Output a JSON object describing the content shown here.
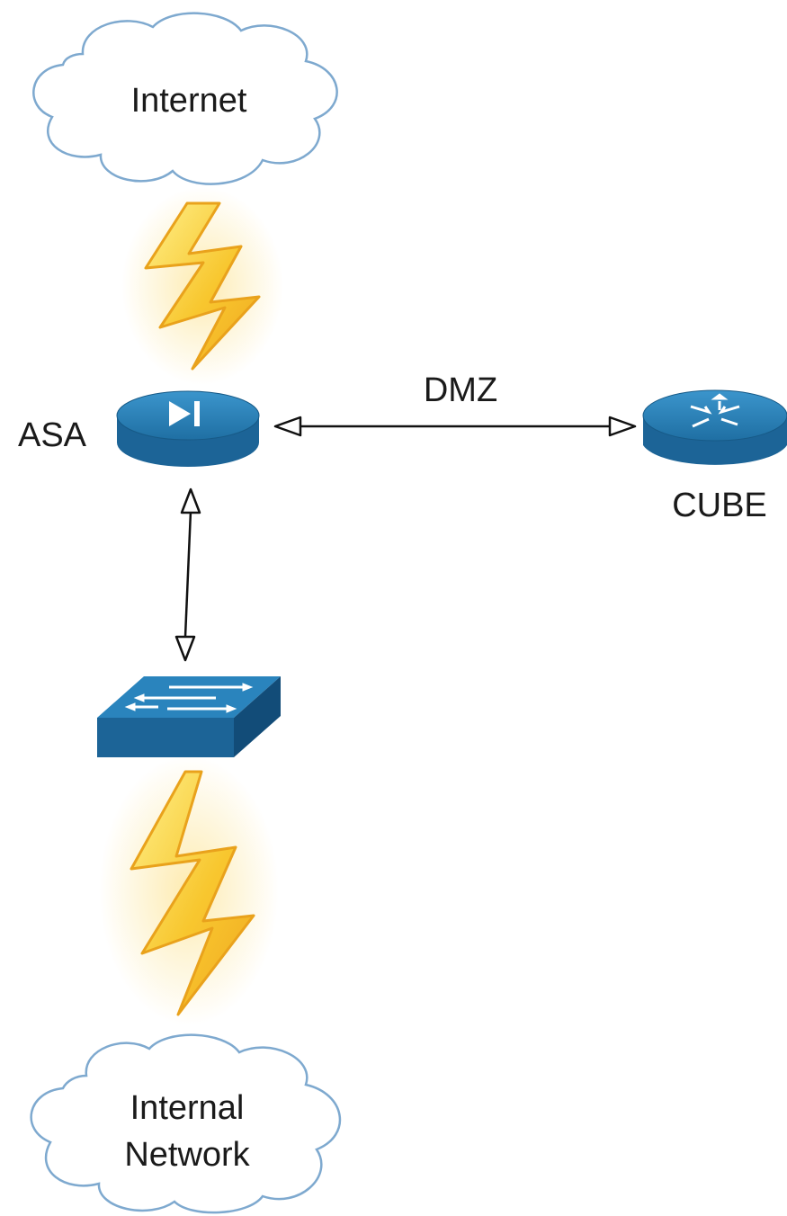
{
  "diagram": {
    "internet_label": "Internet",
    "internal_label_line1": "Internal",
    "internal_label_line2": "Network",
    "asa_label": "ASA",
    "dmz_label": "DMZ",
    "cube_label": "CUBE"
  },
  "colors": {
    "device_blue": "#1f6a9c",
    "device_top": "#2f8bc4",
    "device_dark": "#0f4a72",
    "bolt_fill": "#f7c52b",
    "bolt_light": "#fde68a",
    "bolt_stroke": "#e9a21c",
    "cloud_stroke": "#7ea9cf",
    "line": "#111111"
  },
  "icons": {
    "asa": "firewall-icon",
    "cube": "router-icon",
    "switch": "switch-icon",
    "bolt": "lightning-bolt-icon",
    "cloud": "cloud-icon"
  }
}
